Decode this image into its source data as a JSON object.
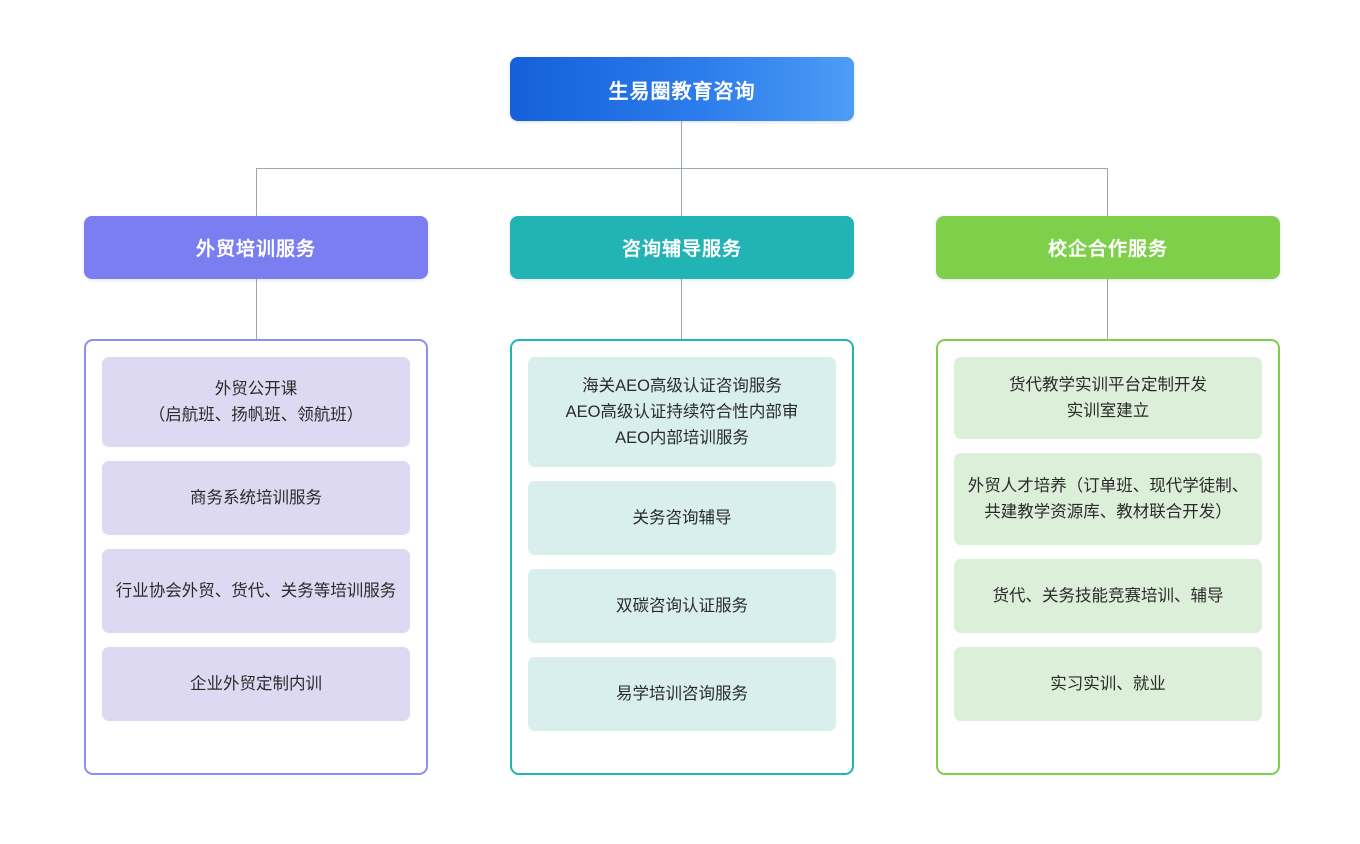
{
  "diagram": {
    "type": "organization-chart",
    "root": {
      "label": "生易圈教育咨询",
      "color_start": "#1560d8",
      "color_end": "#4d9cf5"
    },
    "connector_color": "#9aa7b4",
    "columns": [
      {
        "header": "外贸培训服务",
        "accent": "#7b7ef0",
        "border": "#8b8ef2",
        "item_fill": "#ddd9f2",
        "items": [
          "外贸公开课\n（启航班、扬帆班、领航班）",
          "商务系统培训服务",
          "行业协会外贸、货代、关务等培训服务",
          "企业外贸定制内训"
        ]
      },
      {
        "header": "咨询辅导服务",
        "accent": "#22b3b5",
        "border": "#22b3b5",
        "item_fill": "#d8efee",
        "items": [
          "海关AEO高级认证咨询服务\nAEO高级认证持续符合性内部审\nAEO内部培训服务",
          "关务咨询辅导",
          "双碳咨询认证服务",
          "易学培训咨询服务"
        ]
      },
      {
        "header": "校企合作服务",
        "accent": "#7ed04a",
        "border": "#7ed04a",
        "item_fill": "#dcefd9",
        "items": [
          "货代教学实训平台定制开发\n实训室建立",
          "外贸人才培养（订单班、现代学徒制、共建教学资源库、教材联合开发）",
          "货代、关务技能竞赛培训、辅导",
          "实习实训、就业"
        ]
      }
    ]
  }
}
